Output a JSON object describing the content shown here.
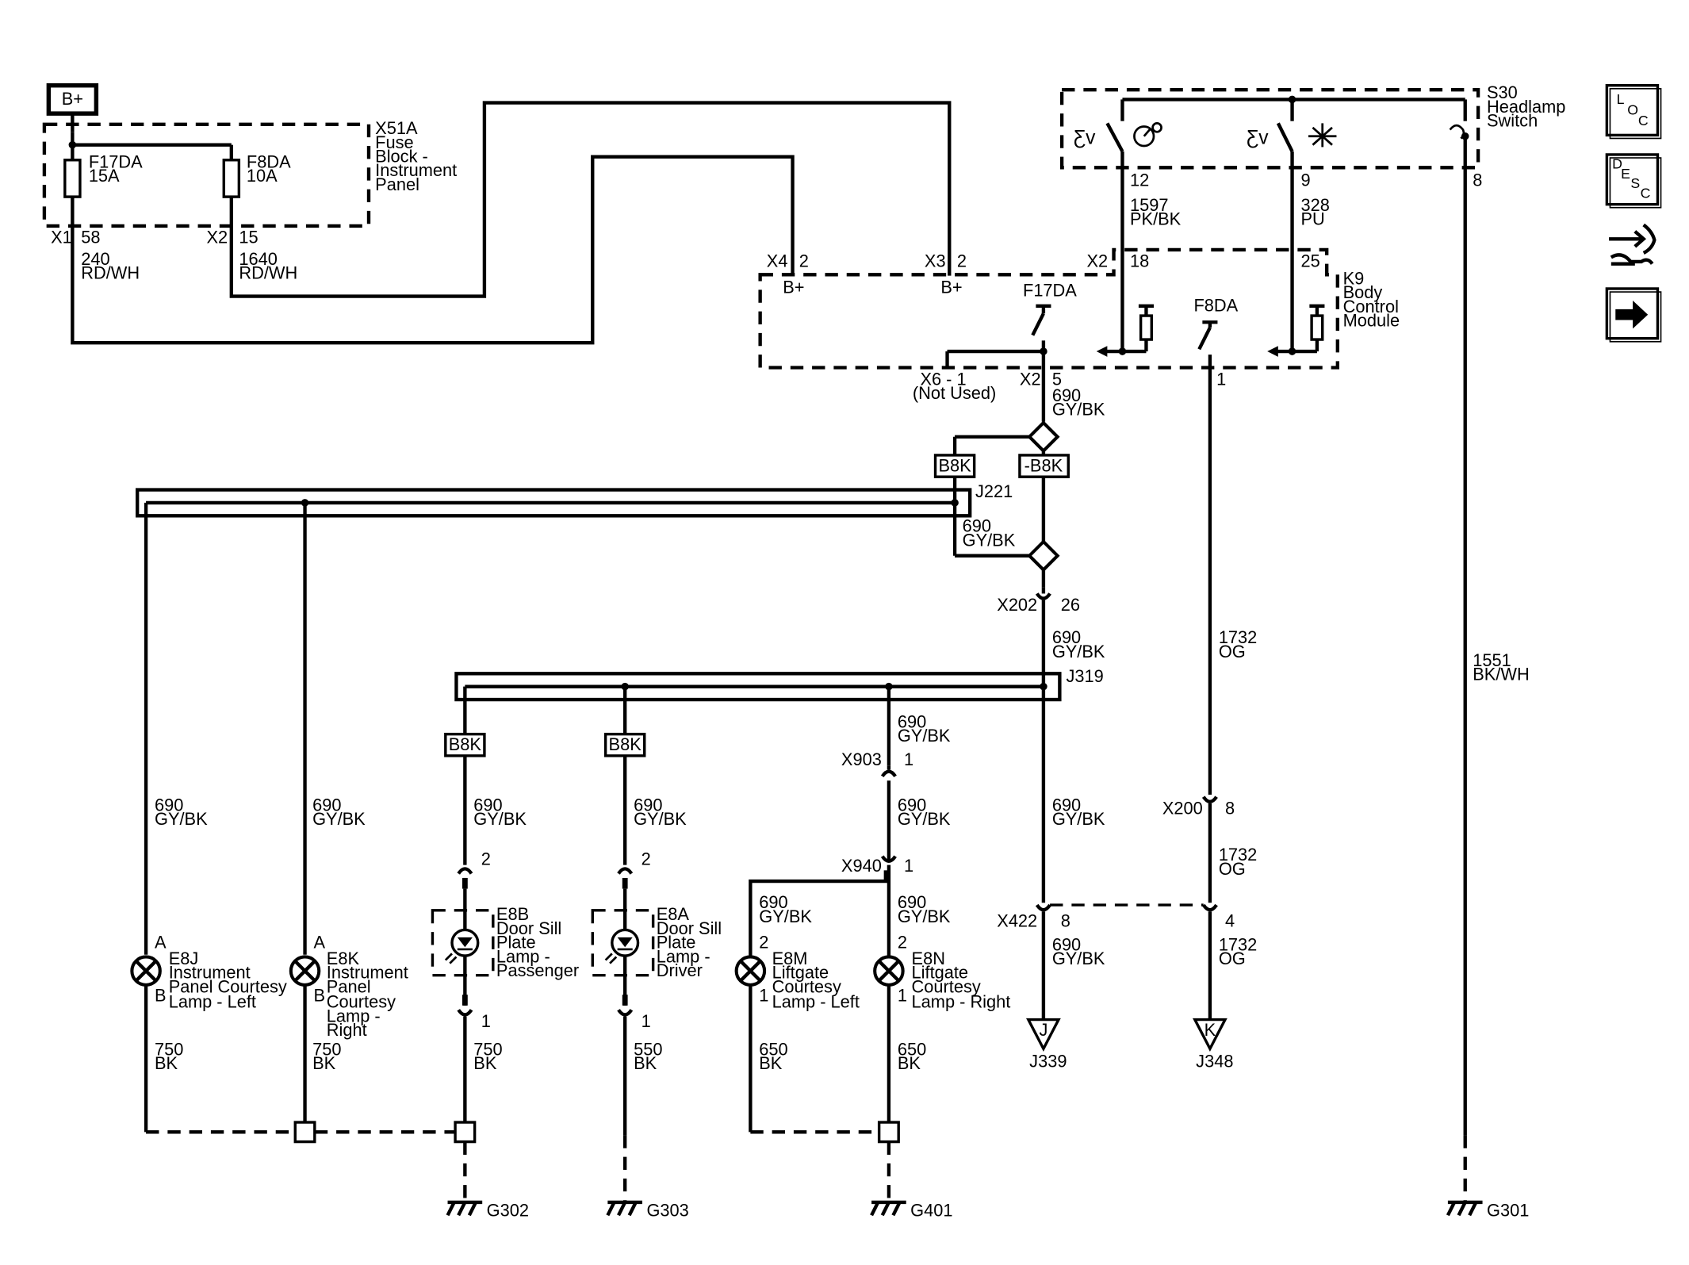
{
  "battery": "B+",
  "fuse_block": {
    "name": [
      "X51A",
      "Fuse",
      "Block -",
      "Instrument",
      "Panel"
    ],
    "fuse1": [
      "F17DA",
      "15A"
    ],
    "fuse2": [
      "F8DA",
      "10A"
    ],
    "c1": "X1",
    "p1": "58",
    "c2": "X2",
    "p2": "15"
  },
  "wire_240": [
    "240",
    "RD/WH"
  ],
  "wire_1640": [
    "1640",
    "RD/WH"
  ],
  "headlamp_switch": {
    "name": [
      "S30",
      "Headlamp",
      "Switch"
    ],
    "pins": [
      "12",
      "9",
      "8"
    ]
  },
  "wire_1597": [
    "1597",
    "PK/BK"
  ],
  "wire_328": [
    "328",
    "PU"
  ],
  "wire_1551": [
    "1551",
    "BK/WH"
  ],
  "bcm": {
    "name": [
      "K9",
      "Body",
      "Control",
      "Module"
    ],
    "x4": "X4",
    "x4pin": "2",
    "x3": "X3",
    "x3pin": "2",
    "bplus": "B+",
    "x2a": "X2",
    "pin18": "18",
    "pin25": "25",
    "f17": "F17DA",
    "f8": "F8DA",
    "x6": "X6 - 1",
    "not_used": "(Not Used)",
    "x2b": "X2",
    "pin5": "5",
    "pin1": "1"
  },
  "w690": "690",
  "gybk": "GY/BK",
  "wire_1732": [
    "1732",
    "OG"
  ],
  "b8k": "B8K",
  "neg_b8k": "-B8K",
  "splice_j221": "J221",
  "splice_j319": "J319",
  "x202": [
    "X202",
    "26"
  ],
  "x903": [
    "X903",
    "1"
  ],
  "x940": [
    "X940",
    "1"
  ],
  "x200": [
    "X200",
    "8"
  ],
  "x422": [
    "X422",
    "8",
    "4"
  ],
  "e8j": {
    "pin_a": "A",
    "pin_b": "B",
    "name": [
      "E8J",
      "Instrument",
      "Panel Courtesy",
      "Lamp - Left"
    ]
  },
  "e8k": {
    "pin_a": "A",
    "pin_b": "B",
    "name": [
      "E8K",
      "Instrument",
      "Panel",
      "Courtesy",
      "Lamp -",
      "Right"
    ]
  },
  "e8b": {
    "pin_top": "2",
    "pin_bot": "1",
    "name": [
      "E8B",
      "Door Sill",
      "Plate",
      "Lamp -",
      "Passenger"
    ]
  },
  "e8a": {
    "pin_top": "2",
    "pin_bot": "1",
    "name": [
      "E8A",
      "Door Sill",
      "Plate",
      "Lamp -",
      "Driver"
    ]
  },
  "e8m": {
    "pin_top": "2",
    "pin_bot": "1",
    "name": [
      "E8M",
      "Liftgate",
      "Courtesy",
      "Lamp - Left"
    ]
  },
  "e8n": {
    "pin_top": "2",
    "pin_bot": "1",
    "name": [
      "E8N",
      "Liftgate",
      "Courtesy",
      "Lamp - Right"
    ]
  },
  "gnd_750a": [
    "750",
    "BK"
  ],
  "gnd_750b": [
    "750",
    "BK"
  ],
  "gnd_750c": [
    "750",
    "BK"
  ],
  "gnd_550": [
    "550",
    "BK"
  ],
  "gnd_650a": [
    "650",
    "BK"
  ],
  "gnd_650b": [
    "650",
    "BK"
  ],
  "off_j": {
    "letter": "J",
    "ref": "J339"
  },
  "off_k": {
    "letter": "K",
    "ref": "J348"
  },
  "grounds": [
    "G302",
    "G303",
    "G401",
    "G301"
  ],
  "nav": {
    "loc": [
      "L",
      "O",
      "C"
    ],
    "desc": [
      "D",
      "E",
      "S",
      "C"
    ],
    "colors": {
      "ink": "#000000",
      "paper": "#ffffff"
    }
  }
}
